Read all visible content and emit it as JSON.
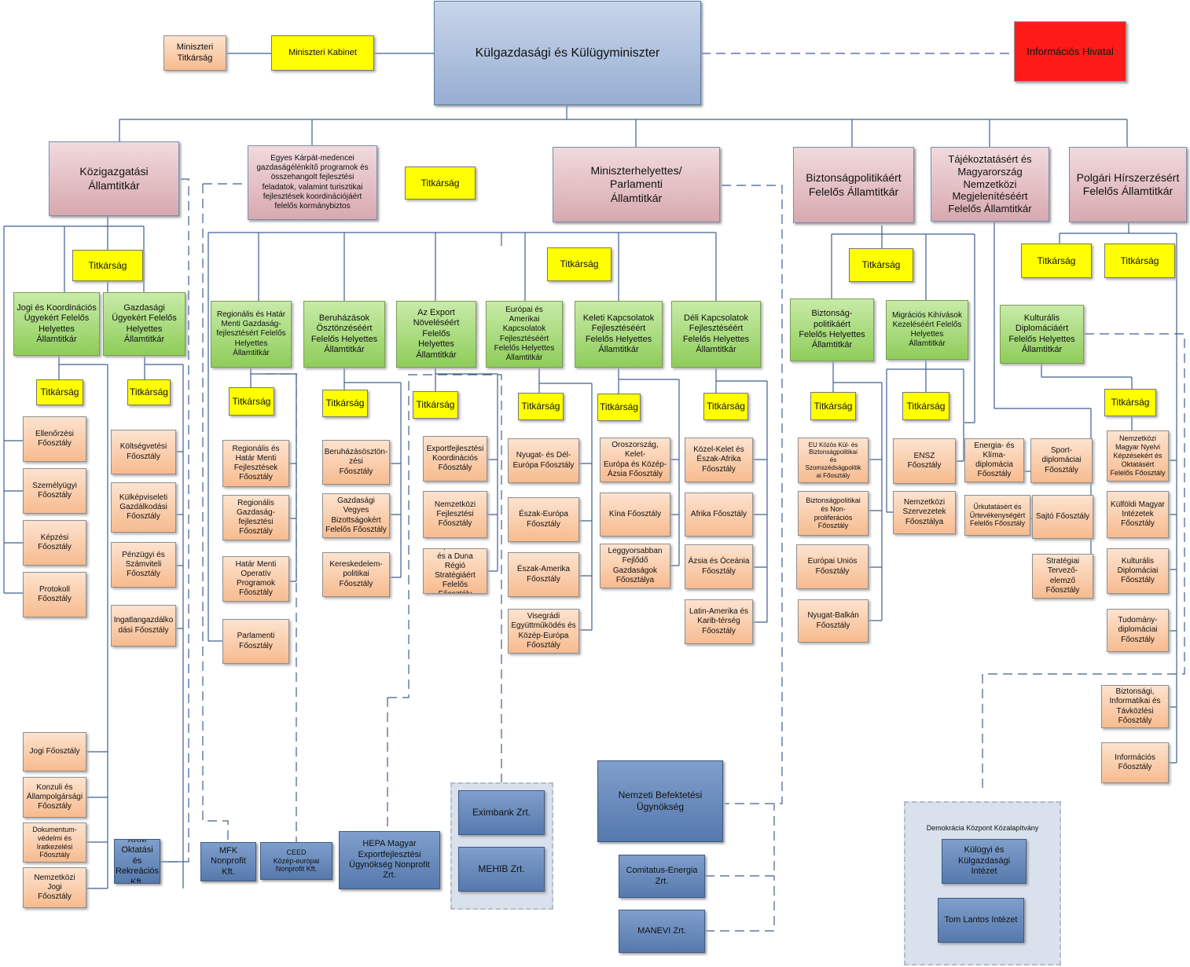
{
  "colors": {
    "minister": "#97aed2",
    "state_secretary": "#d7a9af",
    "deputy_state_secretary": "#8fcd5a",
    "secretariat": "#ffff00",
    "department": "#f7bb8f",
    "organization": "#5679ad",
    "intelligence_office": "#ff1a1a",
    "connector": "#3f5f8f"
  },
  "minister": "Külgazdasági és Külügyminiszter",
  "ministerial_secretariat": "Miniszteri\nTitkárság",
  "ministerial_cabinet": "Miniszteri Kabinet",
  "information_office": "Információs Hivatal",
  "secretariat_label": "Titkárság",
  "public_admin": {
    "title": "Közigazgatási\nÁllamtitkár",
    "deputy_legal": "Jogi és Koordinációs\nÜgyekért Felelős\nHelyettes\nÁllamtitkár",
    "deputy_economic": "Gazdasági\nÜgyekért Felelős\nHelyettes\nÁllamtitkár",
    "legal_departments": [
      "Ellenőrzési\nFőosztály",
      "Személyügyi\nFőosztály",
      "Képzési Főosztály",
      "Protokoll\nFőosztály"
    ],
    "economic_departments": [
      "Költségvetési\nFőosztály",
      "Külképviseleti\nGazdálkodási\nFőosztály",
      "Pénzügyi és\nSzámviteli\nFőosztály",
      "Ingatlangazdálko\ndási Főosztály"
    ],
    "lower_departments": [
      "Jogi Főosztály",
      "Konzuli és\nÁllampolgársági\nFőosztály",
      "Dokumentum-\nvédelmi és\nIratkezelési\nFőosztály",
      "Nemzetközi Jogi\nFőosztály"
    ],
    "training_company": "KKM Oktatási\nés Rekreációs\nKft."
  },
  "commissioner": "Egyes Kárpát-medencei\ngazdaságélénkítő programok és\nösszehangolt fejlesztési\nfeladatok, valamint turisztikai\nfejlesztések koordinációjáért\nfelelős kormánybiztos",
  "parliamentary": {
    "title": "Miniszterhelyettes/\nParlamenti\nÁllamtitkár",
    "deputies": [
      "Regionális és Határ\nMenti Gazdaság-\nfejlesztésért Felelős\nHelyettes\nÁllamtitkár",
      "Beruházások\nÖsztönzéséért\nFelelős Helyettes\nÁllamtitkár",
      "Az Export\nNöveléséért Felelős\nHelyettes\nÁllamtitkár",
      "Európai és\nAmerikai\nKapcsolatok\nFejlesztéséért\nFelelős Helyettes\nÁllamtitkár",
      "Keleti Kapcsolatok\nFejlesztéséért\nFelelős Helyettes\nÁllamtitkár",
      "Déli Kapcsolatok\nFejlesztéséért\nFelelős Helyettes\nÁllamtitkár"
    ],
    "regional_departments": [
      "Regionális és\nHatár Menti\nFejlesztések\nFőosztály",
      "Regionális\nGazdaság-\nfejlesztési\nFőosztály",
      "Határ Menti\nOperatív\nProgramok\nFőosztály",
      "Parlamenti\nFőosztály"
    ],
    "investment_departments": [
      "Beruházásösztön-\nzési\nFőosztály",
      "Gazdasági Vegyes\nBizottságokért\nFelelős Főosztály",
      "Kereskedelem-\npolitikai Főosztály"
    ],
    "export_departments": [
      "Exportfejlesztési\nKoordinációs\nFőosztály",
      "Nemzetközi\nFejlesztési\nFőosztály",
      "Vízdiplomáciáért\nés a Duna Régió\nStratégiáért\nFelelős Főosztály"
    ],
    "europe_departments": [
      "Nyugat- és Dél-\nEurópa Főosztály",
      "Észak-Európa\nFőosztály",
      "Észak-Amerika\nFőosztály",
      "Visegrádi\nEgyüttműködés és\nKözép-Európa\nFőosztály"
    ],
    "east_departments": [
      "Oroszország, Kelet-\nEurópa és Közép-\nÁzsia Főosztály",
      "Kína Főosztály",
      "Leggyorsabban\nFejlődő\nGazdaságok\nFőosztálya"
    ],
    "south_departments": [
      "Közel-Kelet és\nÉszak-Afrika\nFőosztály",
      "Afrika Főosztály",
      "Ázsia és Óceánia\nFőosztály",
      "Latin-Amerika és\nKarib-térség\nFőosztály"
    ],
    "companies": [
      "MFK\nNonprofit\nKft.",
      "CEED\nKözép-európai\nNonprofit Kft.",
      "HEPA Magyar\nExportfejlesztési\nÜgynökség Nonprofit\nZrt.",
      "Eximbank Zrt.",
      "MEHIB Zrt.",
      "Nemzeti Befektetési\nÜgynökség",
      "Comitatus-Energia\nZrt.",
      "MANEVI Zrt."
    ]
  },
  "security": {
    "title": "Biztonságpolitikáért\nFelelős Államtitkár",
    "deputy_security": "Biztonság-\npolitikáért\nFelelős Helyettes\nÁllamtitkár",
    "deputy_migration": "Migrációs Kihívások\nKezeléséért Felelős\nHelyettes\nÁllamtitkár",
    "security_departments": [
      "EU Közös Kül- és\nBiztonságpolitikai\nés\nSzomszédságpolitik\nai Főosztály",
      "Biztonságpolitikai\nés Non-\nproliferációs\nFőosztály",
      "Európai Uniós\nFőosztály",
      "Nyugat-Balkán\nFőosztály"
    ],
    "migration_departments": [
      "ENSZ Főosztály",
      "Nemzetközi\nSzervezetek\nFőosztálya"
    ]
  },
  "image_dept": {
    "title": "Tájékoztatásért és\nMagyarország\nNemzetközi\nMegjelenítéséért\nFelelős Államtitkár",
    "departments": [
      "Energia- és\nKlíma-\ndiplomácia\nFőosztály",
      "Űrkutatásért és\nŰrtevékenységért\nFelelős Főosztály",
      "Sport-\ndiplomáciai\nFőosztály",
      "Sajtó Főosztály",
      "Stratégiai\nTervező-elemző\nFőosztály"
    ]
  },
  "civil_intel": {
    "title": "Polgári Hírszerzésért\nFelelős Államtitkár",
    "deputy_cultural": "Kulturális\nDiplomáciáért\nFelelős Helyettes\nÁllamtitkár",
    "cultural_departments": [
      "Nemzetközi\nMagyar Nyelvi\nKépzésekért és\nOktatásért\nFelelős Főosztály",
      "Külföldi Magyar\nIntézetek\nFőosztály",
      "Kulturális\nDiplomáciai\nFőosztály",
      "Tudomány-\ndiplomáciai\nFőosztály"
    ],
    "it_departments": [
      "Biztonsági,\nInformatikai és\nTávközlési\nFőosztály",
      "Információs\nFőosztály"
    ]
  },
  "democracy": {
    "title": "Demokrácia Központ Közalapítvány",
    "institutes": [
      "Külügyi és\nKülgazdasági\nIntézet",
      "Tom Lantos Intézet"
    ]
  }
}
